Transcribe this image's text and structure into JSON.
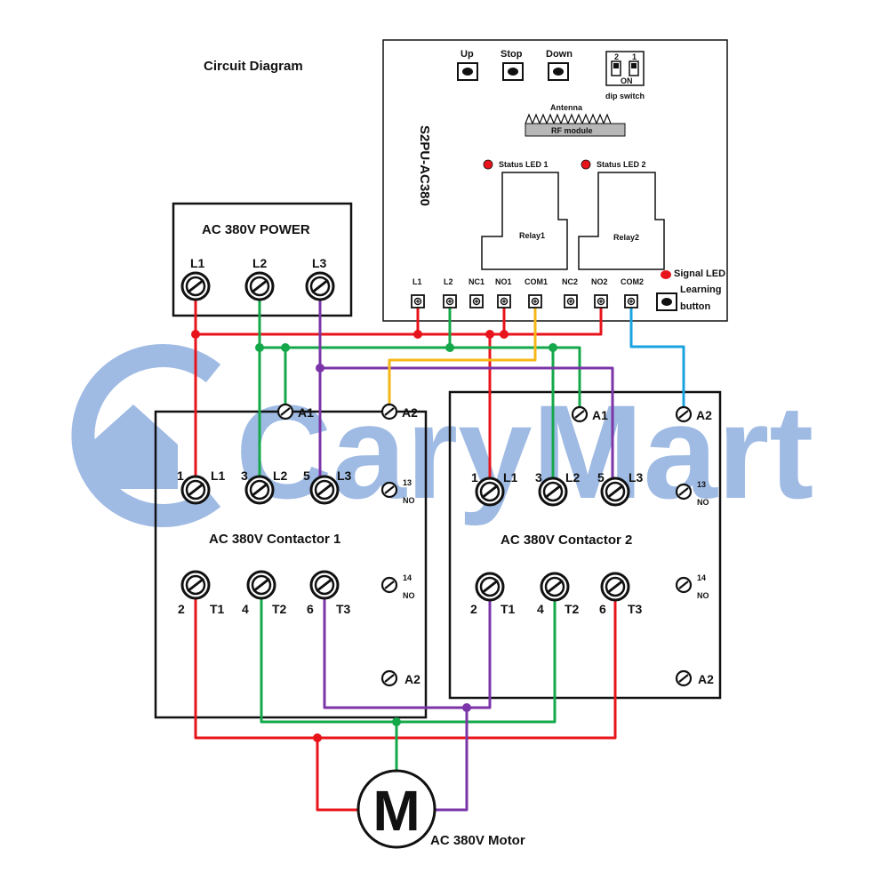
{
  "title": "Circuit Diagram",
  "watermark": "CaryMart",
  "colors": {
    "red": "#e8141b",
    "green": "#15a84a",
    "purple": "#7b35a8",
    "yellow": "#f5b718",
    "blue": "#1ba3e0",
    "watermark": "#8fb0e0"
  },
  "power": {
    "title": "AC 380V POWER",
    "terminals": [
      "L1",
      "L2",
      "L3"
    ]
  },
  "controller": {
    "model": "S2PU-AC380",
    "buttons": [
      "Up",
      "Stop",
      "Down"
    ],
    "dip": {
      "numbers": [
        "2",
        "1"
      ],
      "on": "ON",
      "label": "dip switch"
    },
    "antenna": "Antenna",
    "rf": "RF module",
    "status_led_1": "Status LED 1",
    "status_led_2": "Status LED 2",
    "relay1": "Relay1",
    "relay2": "Relay2",
    "signal_led": "Signal LED",
    "learning_1": "Learning",
    "learning_2": "button",
    "terminals": [
      "L1",
      "L2",
      "NC1",
      "NO1",
      "COM1",
      "NC2",
      "NO2",
      "COM2"
    ]
  },
  "contactor1": {
    "title": "AC 380V Contactor 1",
    "a1": "A1",
    "a2_top": "A2",
    "a2_bottom": "A2",
    "in_nums": [
      "1",
      "3",
      "5"
    ],
    "in_labels": [
      "L1",
      "L2",
      "L3"
    ],
    "out_nums": [
      "2",
      "4",
      "6"
    ],
    "out_labels": [
      "T1",
      "T2",
      "T3"
    ],
    "no13": "13",
    "no14": "14",
    "no": "NO"
  },
  "contactor2": {
    "title": "AC 380V Contactor 2",
    "a1": "A1",
    "a2_top": "A2",
    "a2_bottom": "A2",
    "in_nums": [
      "1",
      "3",
      "5"
    ],
    "in_labels": [
      "L1",
      "L2",
      "L3"
    ],
    "out_nums": [
      "2",
      "4",
      "6"
    ],
    "out_labels": [
      "T1",
      "T2",
      "T3"
    ],
    "no13": "13",
    "no14": "14",
    "no": "NO"
  },
  "motor": {
    "symbol": "M",
    "label": "AC 380V Motor"
  }
}
